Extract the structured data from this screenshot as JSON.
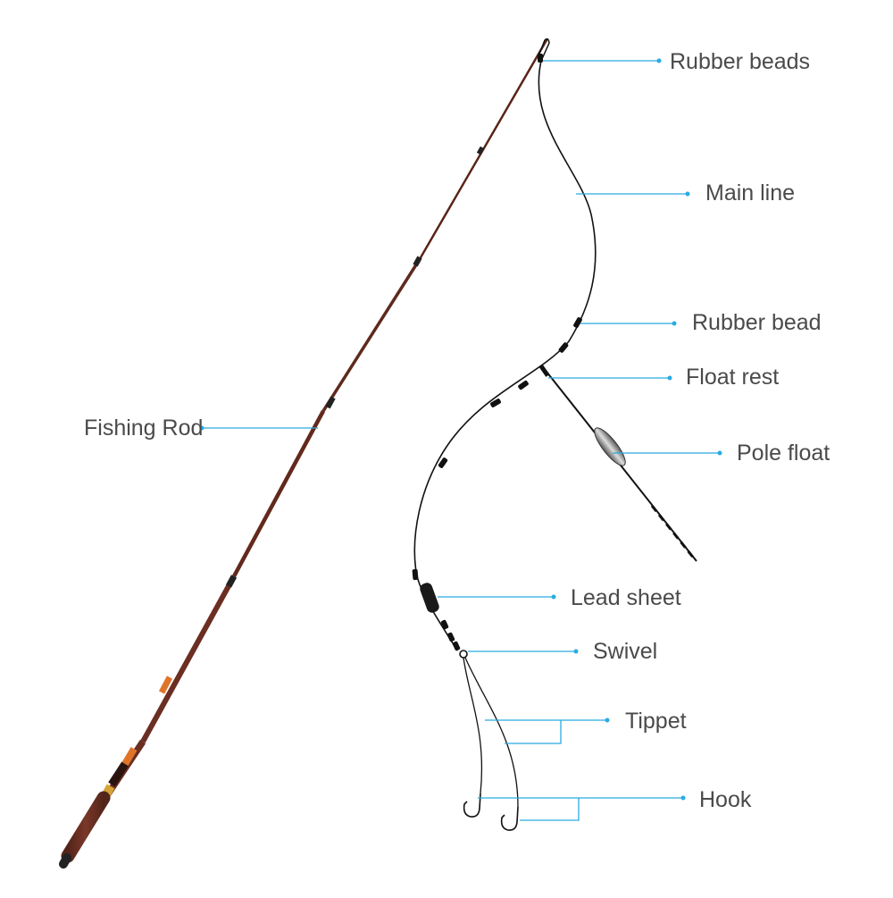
{
  "labels": {
    "rubber_beads": "Rubber beads",
    "main_line": "Main line",
    "rubber_bead": "Rubber bead",
    "float_rest": "Float rest",
    "pole_float": "Pole float",
    "fishing_rod": "Fishing Rod",
    "lead_sheet": "Lead sheet",
    "swivel": "Swivel",
    "tippet": "Tippet",
    "hook": "Hook"
  },
  "colors": {
    "callout": "#29abe2",
    "label_text": "#4a4a4a",
    "rod_brown": "#6b2e22",
    "rod_dark": "#3a1a12",
    "rod_accent": "#e0752a",
    "rod_gold": "#d4a437",
    "line": "#111111"
  }
}
